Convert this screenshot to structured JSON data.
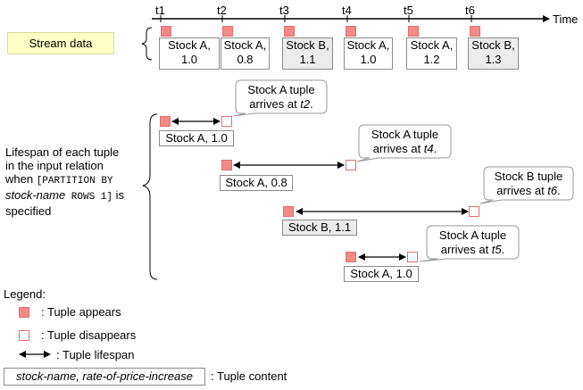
{
  "timeline": {
    "axis_label": "Time",
    "ticks": [
      "t1",
      "t2",
      "t3",
      "t4",
      "t5",
      "t6"
    ]
  },
  "stream": {
    "label": "Stream data",
    "tuples": [
      {
        "line1": "Stock A,",
        "line2": "1.0",
        "shaded": false
      },
      {
        "line1": "Stock A,",
        "line2": "0.8",
        "shaded": false
      },
      {
        "line1": "Stock B,",
        "line2": "1.1",
        "shaded": true
      },
      {
        "line1": "Stock A,",
        "line2": "1.0",
        "shaded": false
      },
      {
        "line1": "Stock A,",
        "line2": "1.2",
        "shaded": false
      },
      {
        "line1": "Stock B,",
        "line2": "1.3",
        "shaded": true
      }
    ]
  },
  "lifespan_label": {
    "line1": "Lifespan of each tuple",
    "line2": "in the input relation",
    "line3_a": "when ",
    "line3_code": "[PARTITION BY",
    "line4_italic": "stock-name",
    "line4_code": " ROWS 1]",
    "line4_b": " is",
    "line5": "specified"
  },
  "lifespans": [
    {
      "content": "Stock A, 1.0",
      "shaded": false,
      "callout_a": "Stock A tuple",
      "callout_b": "arrives at ",
      "callout_t": "t2",
      "callout_end": "."
    },
    {
      "content": "Stock A, 0.8",
      "shaded": false,
      "callout_a": "Stock A tuple",
      "callout_b": "arrives at ",
      "callout_t": "t4",
      "callout_end": "."
    },
    {
      "content": "Stock B, 1.1",
      "shaded": true,
      "callout_a": "Stock B tuple",
      "callout_b": "arrives at ",
      "callout_t": "t6",
      "callout_end": "."
    },
    {
      "content": "Stock A, 1.0",
      "shaded": false,
      "callout_a": "Stock A tuple",
      "callout_b": "arrives at ",
      "callout_t": "t5",
      "callout_end": "."
    }
  ],
  "legend": {
    "title": "Legend:",
    "appears": ": Tuple appears",
    "disappears": ": Tuple disappears",
    "lifespan": ": Tuple lifespan",
    "content_box": "stock-name, rate-of-price-increase",
    "content": ": Tuple content"
  },
  "colors": {
    "stream_label_bg": "#ffffc6",
    "tuple_marker": "#f28a8a",
    "shaded_box": "#ececec"
  }
}
